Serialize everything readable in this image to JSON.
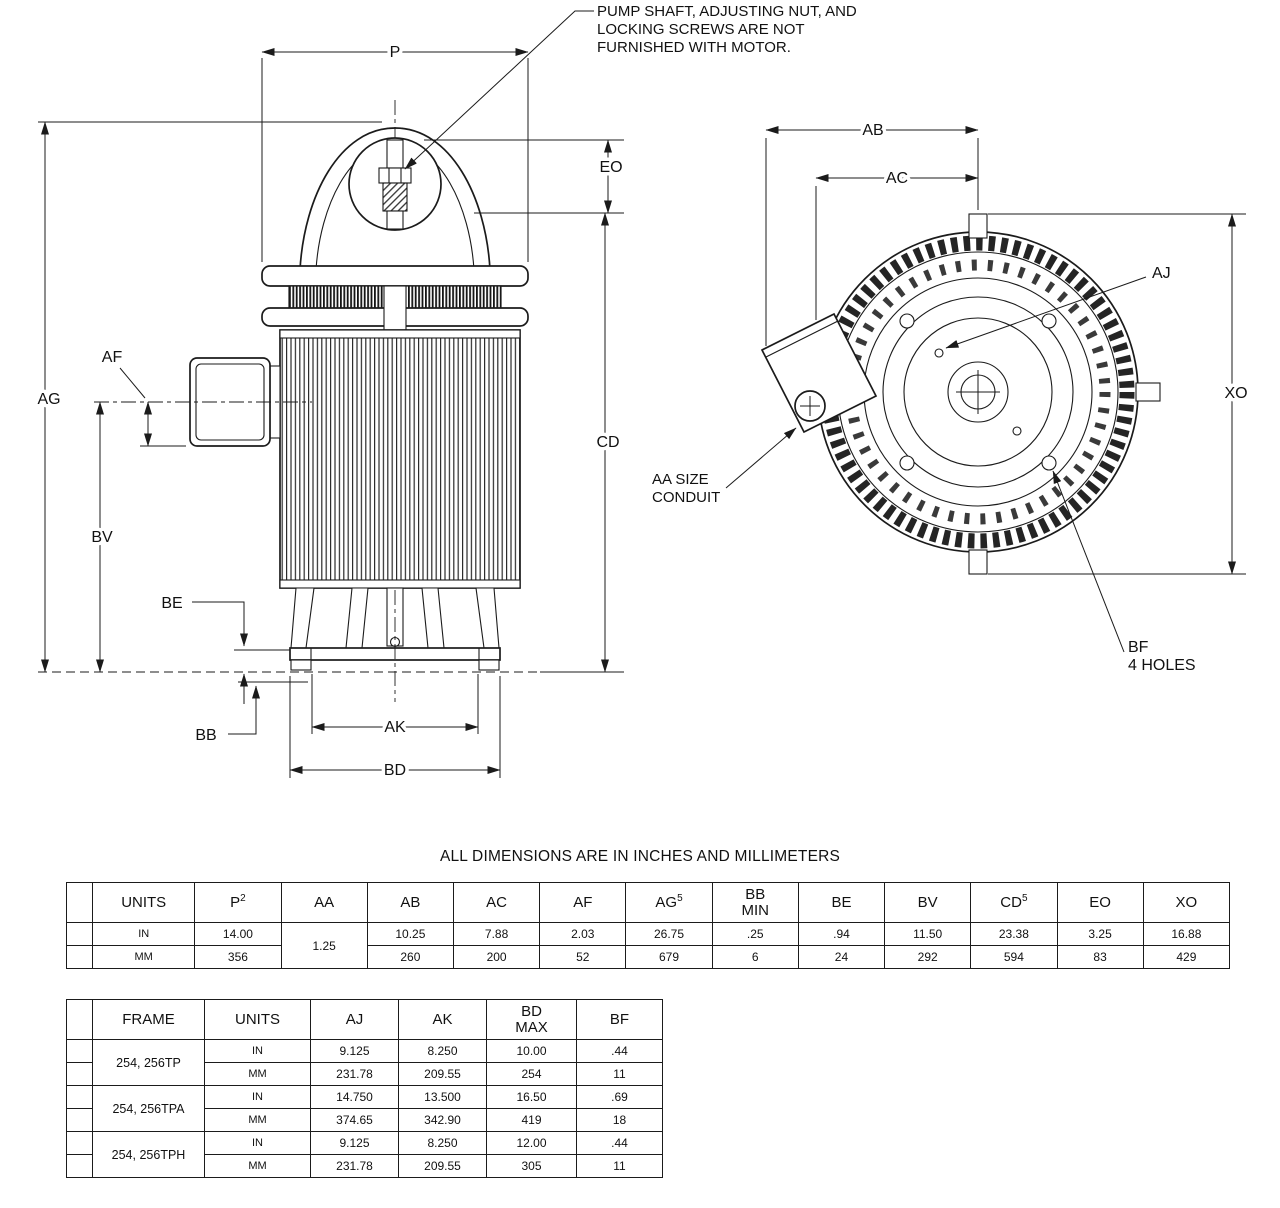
{
  "colors": {
    "line": "#1b1b1b"
  },
  "note": {
    "line1": "PUMP SHAFT, ADJUSTING NUT, AND",
    "line2": "LOCKING SCREWS ARE NOT",
    "line3": "FURNISHED WITH MOTOR."
  },
  "labels": {
    "p": "P",
    "eo": "EO",
    "cd": "CD",
    "ag": "AG",
    "af": "AF",
    "bv": "BV",
    "be": "BE",
    "bb": "BB",
    "ak": "AK",
    "bd": "BD",
    "ab": "AB",
    "ac": "AC",
    "xo": "XO",
    "aj": "AJ",
    "aa1": "AA SIZE",
    "aa2": "CONDUIT",
    "bf1": "BF",
    "bf2": "4 HOLES"
  },
  "caption": "ALL DIMENSIONS ARE IN INCHES AND MILLIMETERS",
  "table1": {
    "h_units": "UNITS",
    "h_p": "P",
    "h_p_sup": "2",
    "h_aa": "AA",
    "h_ab": "AB",
    "h_ac": "AC",
    "h_af": "AF",
    "h_ag": "AG",
    "h_ag_sup": "5",
    "h_bb_1": "BB",
    "h_bb_2": "MIN",
    "h_be": "BE",
    "h_bv": "BV",
    "h_cd": "CD",
    "h_cd_sup": "5",
    "h_eo": "EO",
    "h_xo": "XO",
    "in_label": "IN",
    "mm_label": "MM",
    "aa_value": "1.25",
    "in": {
      "p": "14.00",
      "ab": "10.25",
      "ac": "7.88",
      "af": "2.03",
      "ag": "26.75",
      "bb": ".25",
      "be": ".94",
      "bv": "11.50",
      "cd": "23.38",
      "eo": "3.25",
      "xo": "16.88"
    },
    "mm": {
      "p": "356",
      "ab": "260",
      "ac": "200",
      "af": "52",
      "ag": "679",
      "bb": "6",
      "be": "24",
      "bv": "292",
      "cd": "594",
      "eo": "83",
      "xo": "429"
    }
  },
  "table2": {
    "h_frame": "FRAME",
    "h_units": "UNITS",
    "h_aj": "AJ",
    "h_ak": "AK",
    "h_bd_1": "BD",
    "h_bd_2": "MAX",
    "h_bf": "BF",
    "in_label": "IN",
    "mm_label": "MM",
    "groups": [
      {
        "frame": "254, 256TP",
        "in": {
          "aj": "9.125",
          "ak": "8.250",
          "bd": "10.00",
          "bf": ".44"
        },
        "mm": {
          "aj": "231.78",
          "ak": "209.55",
          "bd": "254",
          "bf": "11"
        }
      },
      {
        "frame": "254, 256TPA",
        "in": {
          "aj": "14.750",
          "ak": "13.500",
          "bd": "16.50",
          "bf": ".69"
        },
        "mm": {
          "aj": "374.65",
          "ak": "342.90",
          "bd": "419",
          "bf": "18"
        }
      },
      {
        "frame": "254, 256TPH",
        "in": {
          "aj": "9.125",
          "ak": "8.250",
          "bd": "12.00",
          "bf": ".44"
        },
        "mm": {
          "aj": "231.78",
          "ak": "209.55",
          "bd": "305",
          "bf": "11"
        }
      }
    ]
  }
}
